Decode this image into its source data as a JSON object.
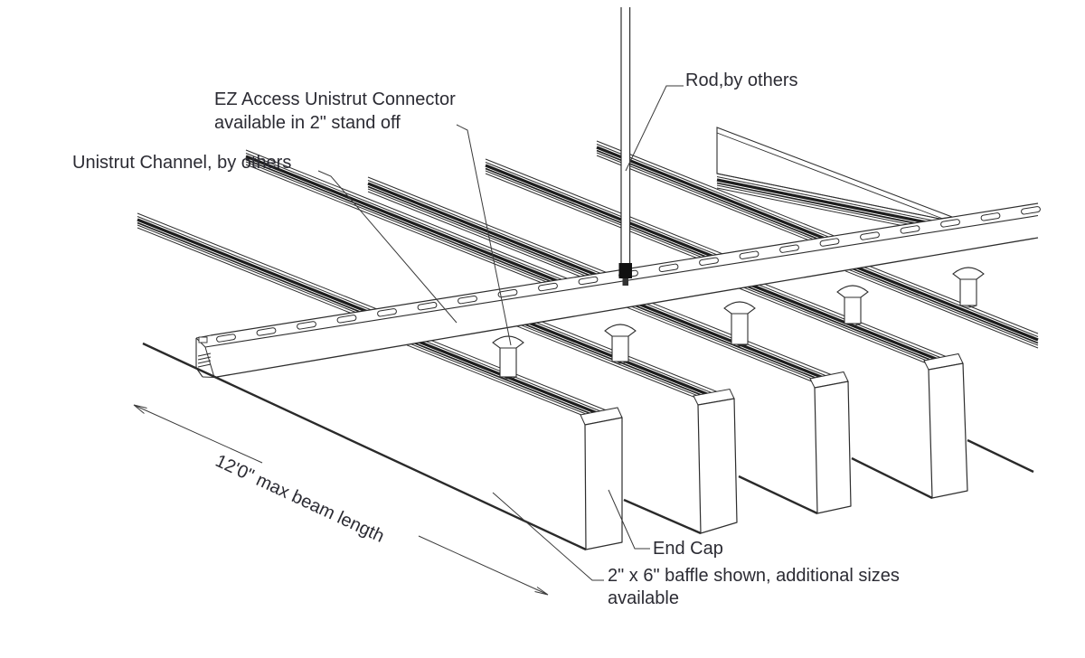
{
  "diagram": {
    "labels": {
      "ez_connector_line1": "EZ Access Unistrut Connector",
      "ez_connector_line2": "available in 2\" stand off",
      "unistrut_channel": "Unistrut Channel, by others",
      "rod": "Rod,by others",
      "end_cap": "End Cap",
      "baffle_note_line1": "2\" x 6\" baffle shown, additional sizes",
      "baffle_note_line2": "available",
      "dimension": "12'0\" max beam length"
    },
    "colors": {
      "background": "#ffffff",
      "line": "#2e2e2e",
      "stripe": "#1d1d1d",
      "text": "#2b2b33"
    }
  }
}
